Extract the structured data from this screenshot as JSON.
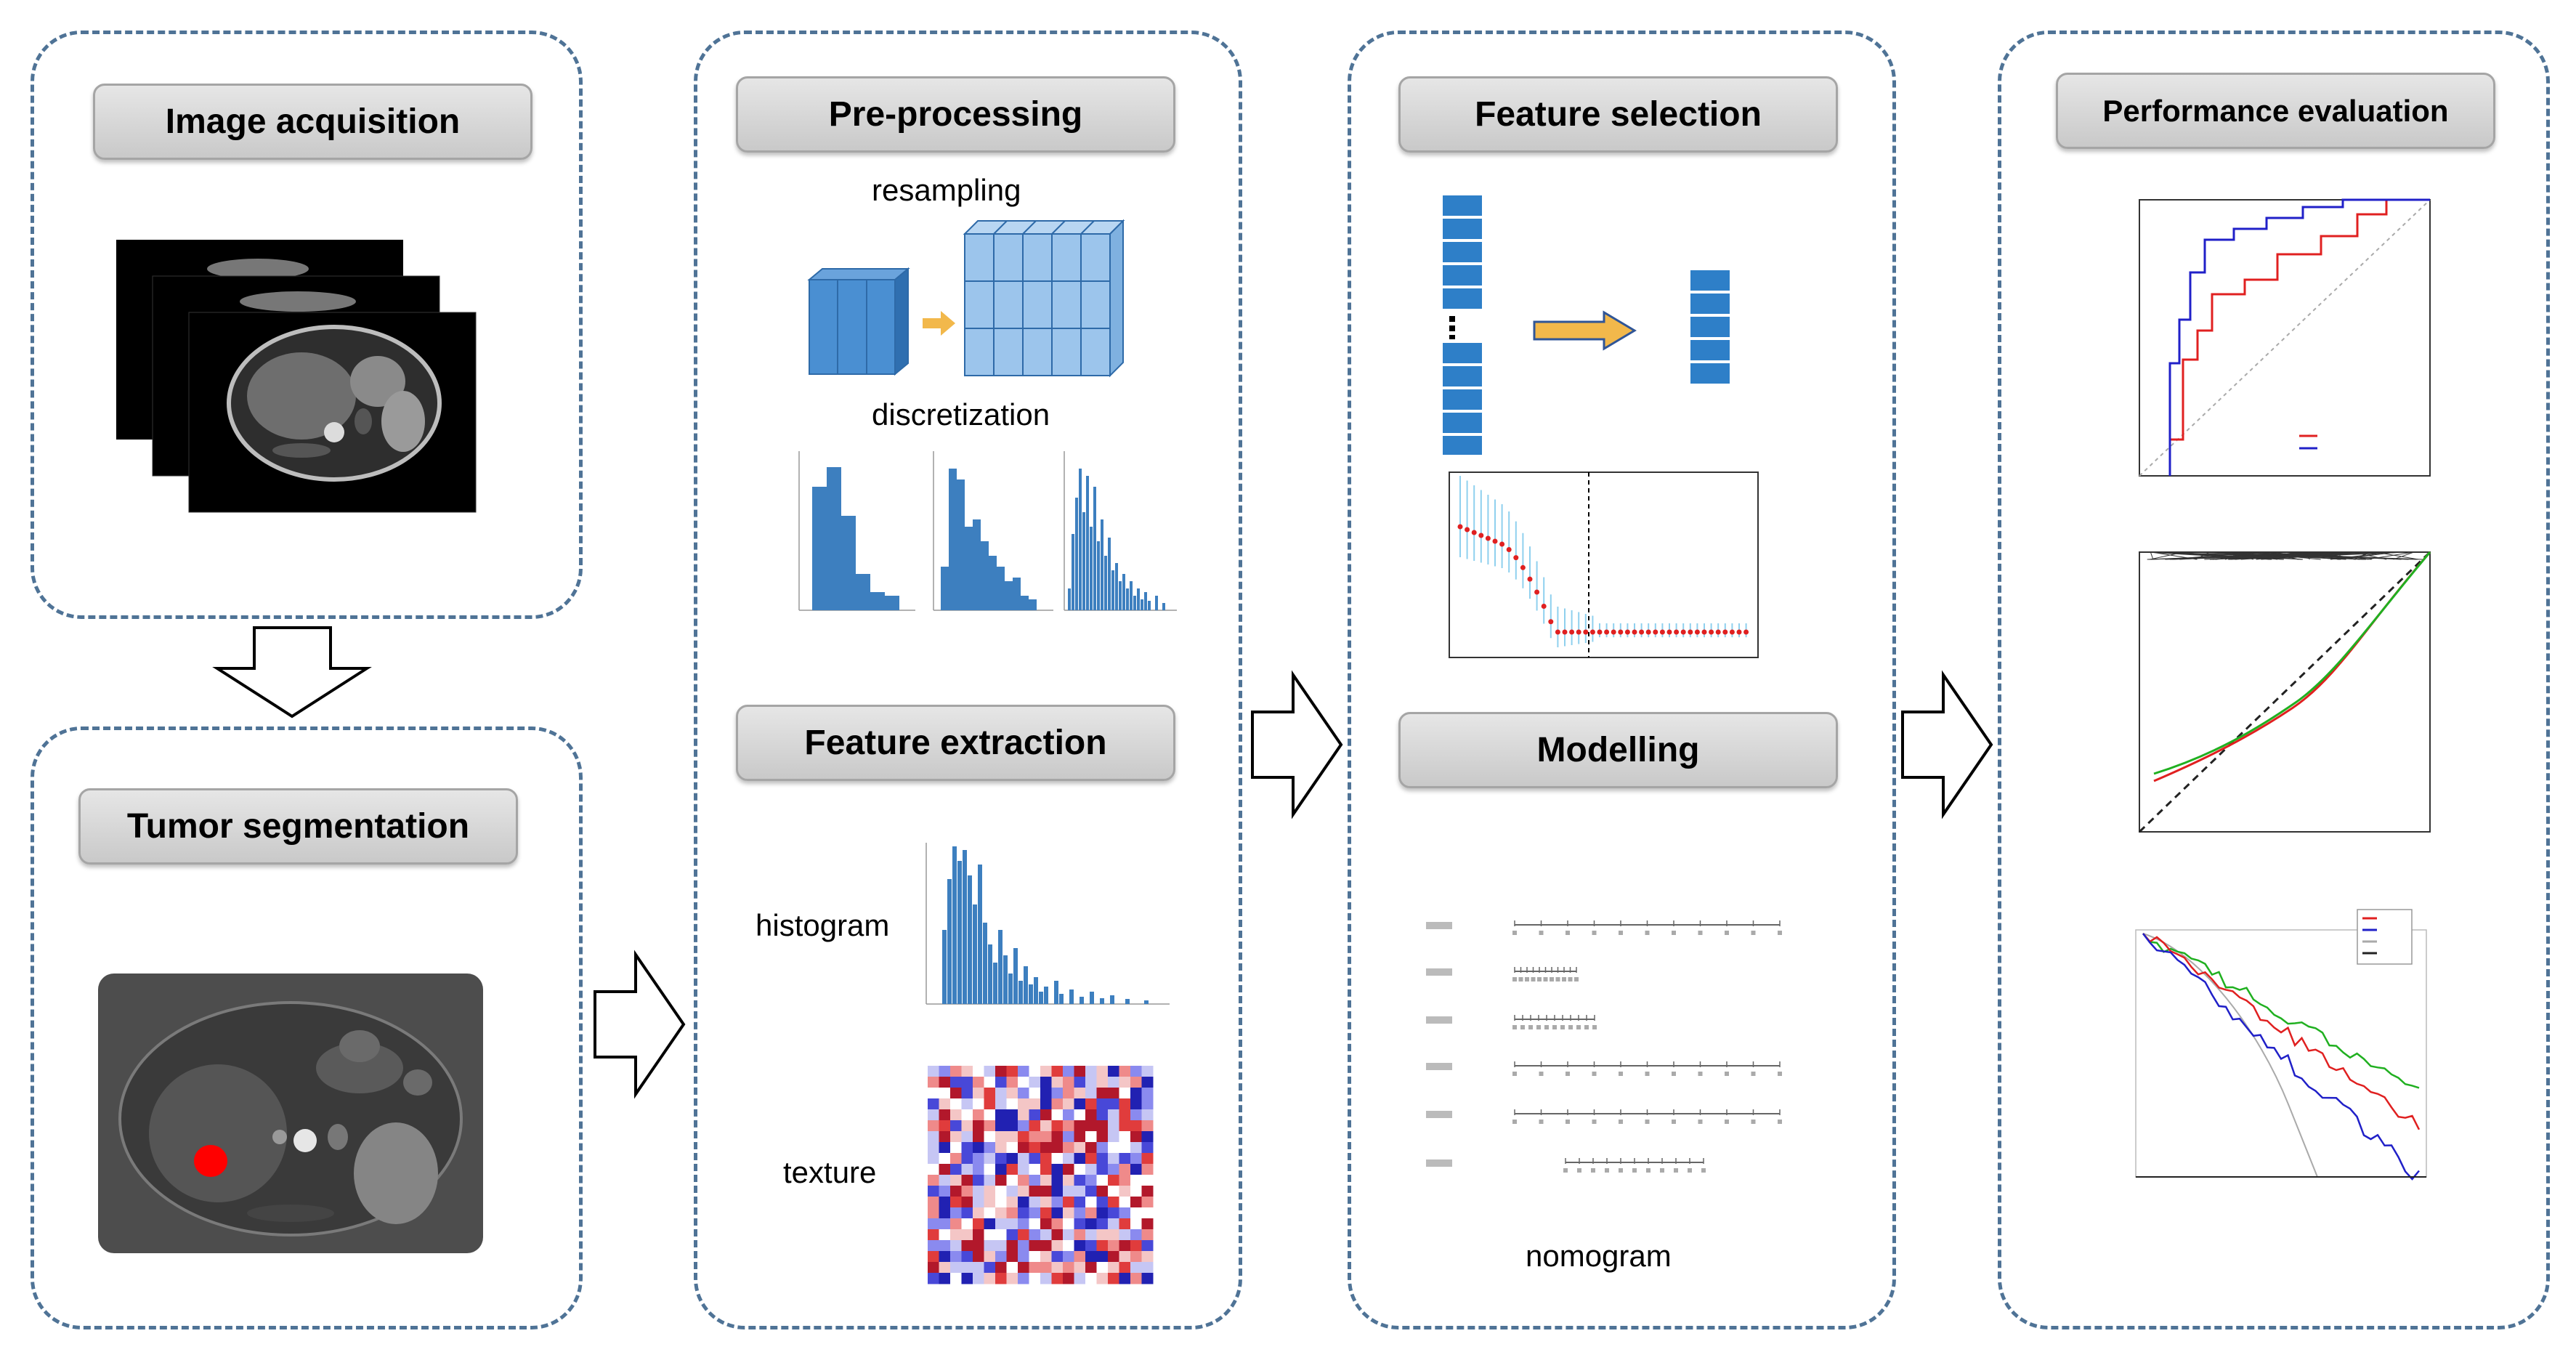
{
  "panels": {
    "acquisition": {
      "title": "Image acquisition"
    },
    "segmentation": {
      "title": "Tumor segmentation"
    },
    "preprocessing": {
      "title": "Pre-processing",
      "resampling": "resampling",
      "discretization": "discretization"
    },
    "extraction": {
      "title": "Feature extraction",
      "histogram": "histogram",
      "texture": "texture"
    },
    "selection": {
      "title": "Feature selection"
    },
    "modelling": {
      "title": "Modelling",
      "nomogram": "nomogram"
    },
    "evaluation": {
      "title": "Performance evaluation"
    }
  },
  "colors": {
    "panel_border": "#4f7396",
    "feature_blue": "#2e7fc8",
    "cube_dark": "#3a7ec4",
    "cube_light": "#8fbfea",
    "arrow_orange": "#f2b84b",
    "tumor_red": "#ff0000"
  },
  "icons": {
    "flow_arrow": "hollow-right-arrow",
    "down_arrow": "hollow-down-arrow"
  }
}
